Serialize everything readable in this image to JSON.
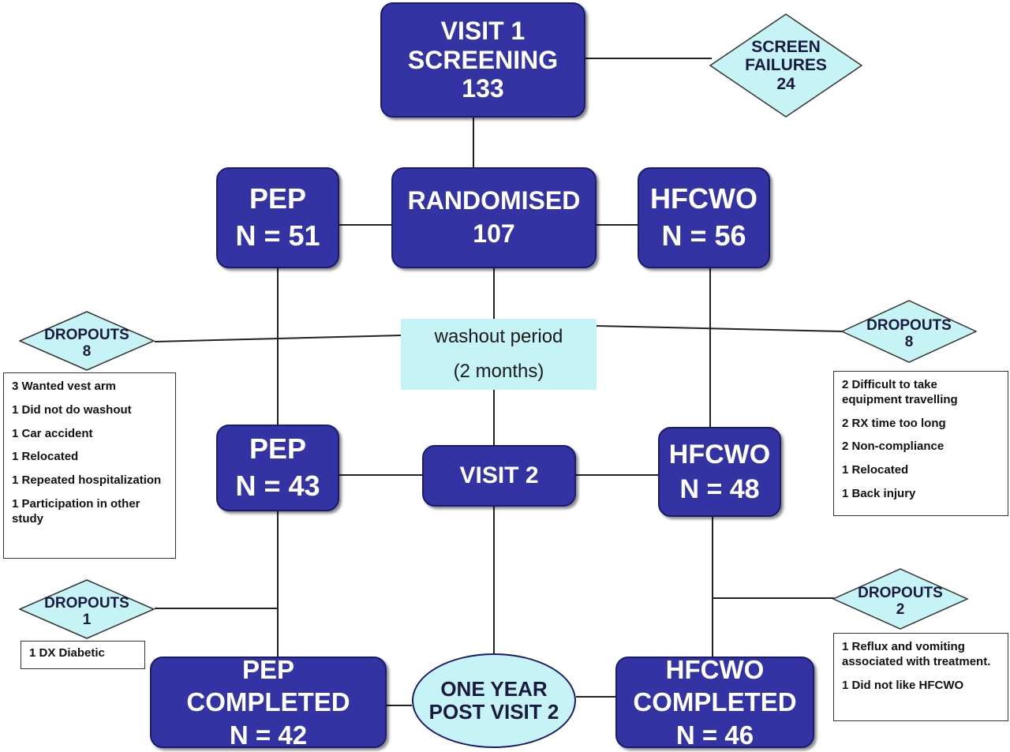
{
  "colors": {
    "box_fill": "#3333a3",
    "box_border": "#1a1a70",
    "diamond_fill": "#c6f3f5",
    "washout_fill": "#c6f3f5",
    "connector": "#222222"
  },
  "visit1": {
    "line1": "VISIT 1",
    "line2": "SCREENING",
    "count": "133"
  },
  "screen_failures": {
    "line1": "SCREEN",
    "line2": "FAILURES",
    "count": "24"
  },
  "randomised": {
    "label": "RANDOMISED",
    "count": "107"
  },
  "pep_start": {
    "label": "PEP",
    "n": "N = 51"
  },
  "hfcwo_start": {
    "label": "HFCWO",
    "n": "N = 56"
  },
  "washout": {
    "line1": "washout period",
    "line2": "(2 months)"
  },
  "dropouts_left_1": {
    "label": "DROPOUTS",
    "count": "8"
  },
  "dropouts_right_1": {
    "label": "DROPOUTS",
    "count": "8"
  },
  "reasons_left_1": [
    "3 Wanted vest arm",
    "1 Did not do washout",
    "1 Car accident",
    "1 Relocated",
    "1 Repeated hospitalization",
    "1 Participation in other study"
  ],
  "reasons_right_1": [
    "2 Difficult to take equipment travelling",
    "2 RX time too long",
    "2 Non-compliance",
    "1 Relocated",
    "1 Back injury"
  ],
  "visit2": {
    "label": "VISIT 2"
  },
  "pep_mid": {
    "label": "PEP",
    "n": "N = 43"
  },
  "hfcwo_mid": {
    "label": "HFCWO",
    "n": "N = 48"
  },
  "dropouts_left_2": {
    "label": "DROPOUTS",
    "count": "1"
  },
  "reasons_left_2": [
    "1 DX Diabetic"
  ],
  "dropouts_right_2": {
    "label": "DROPOUTS",
    "count": "2"
  },
  "reasons_right_2": [
    "1 Reflux and vomiting associated with treatment.",
    "1 Did not like HFCWO"
  ],
  "one_year": {
    "line1": "ONE YEAR",
    "line2": "POST VISIT 2"
  },
  "pep_completed": {
    "line1": "PEP",
    "line2": "COMPLETED",
    "n": "N = 42"
  },
  "hfcwo_completed": {
    "line1": "HFCWO",
    "line2": "COMPLETED",
    "n": "N = 46"
  }
}
